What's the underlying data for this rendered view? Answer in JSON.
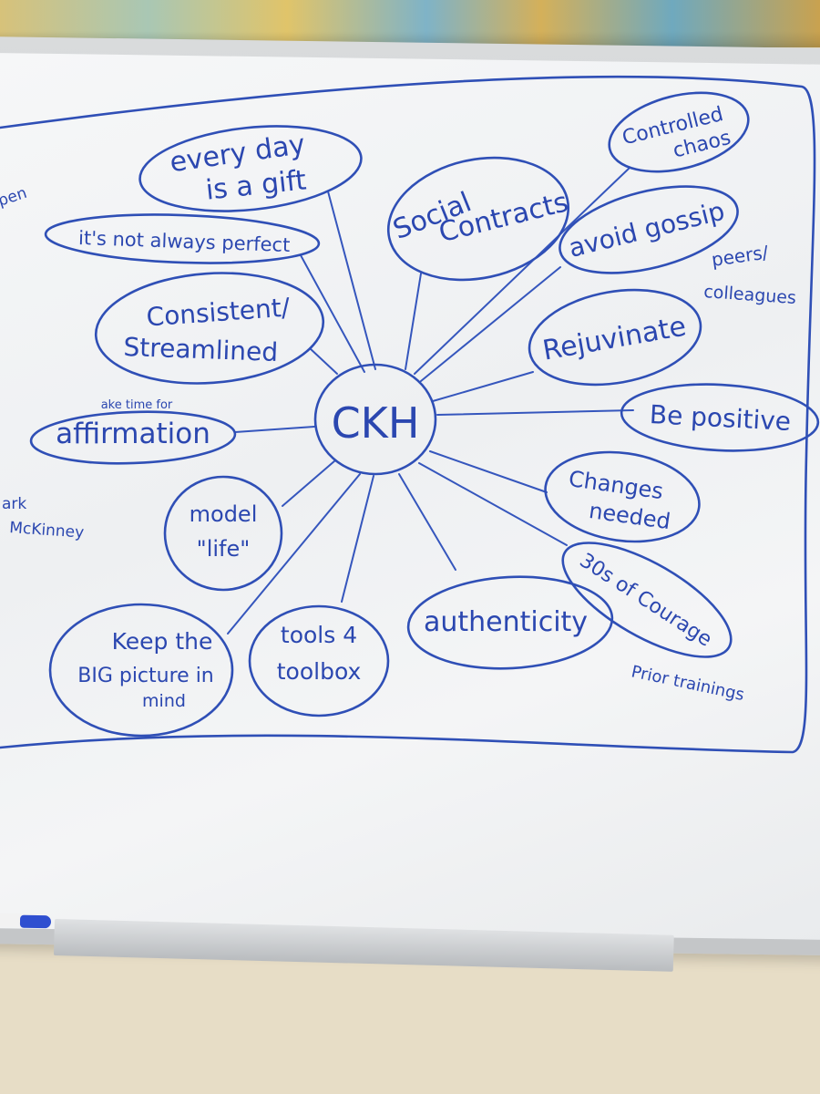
{
  "center": "CKH",
  "bubbles": {
    "every_day_1": "every day",
    "every_day_2": "is a gift",
    "not_perfect": "it's not always perfect",
    "consistent_1": "Consistent/",
    "consistent_2": "Streamlined",
    "affirmation_note": "ake time for",
    "affirmation": "affirmation",
    "model_1": "model",
    "model_2": "\"life\"",
    "big_picture_1": "Keep the",
    "big_picture_2": "BIG picture in",
    "big_picture_3": "mind",
    "tools_1": "tools 4",
    "tools_2": "toolbox",
    "authenticity": "authenticity",
    "courage": "30s of Courage",
    "changes_1": "Changes",
    "changes_2": "needed",
    "be_positive": "Be positive",
    "rejuvinate": "Rejuvinate",
    "avoid_gossip": "avoid gossip",
    "controlled_1": "Controlled",
    "controlled_2": "chaos",
    "social_1": "Social",
    "social_2": "Contracts"
  },
  "notes": {
    "peers_1": "peers/",
    "peers_2": "colleagues",
    "prior_trainings": "Prior trainings",
    "mark_1": "ark",
    "mark_2": "McKinney",
    "pen": "pen"
  },
  "ink_color": "#2f4fb6"
}
